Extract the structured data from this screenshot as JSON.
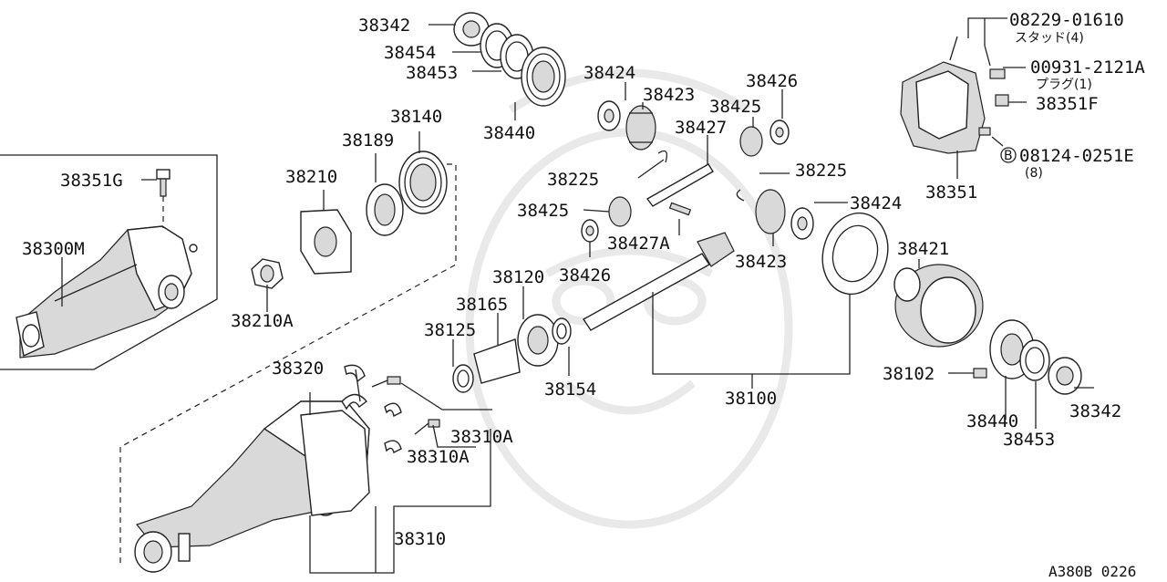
{
  "diagram": {
    "ref_code": "A380B 0226",
    "labels": {
      "l38342a": "38342",
      "l38454": "38454",
      "l38453a": "38453",
      "l38440a": "38440",
      "l38424a": "38424",
      "l38423a": "38423",
      "l38425a": "38425",
      "l38426a": "38426",
      "l38427": "38427",
      "l38225a": "38225",
      "l38225b": "38225",
      "l38424b": "38424",
      "l38425b": "38425",
      "l38427A": "38427A",
      "l38426b": "38426",
      "l38423b": "38423",
      "l38140": "38140",
      "l38189": "38189",
      "l38210": "38210",
      "l38210A": "38210A",
      "l38351G": "38351G",
      "l38300M": "38300M",
      "l38120": "38120",
      "l38165": "38165",
      "l38125": "38125",
      "l38154": "38154",
      "l38100": "38100",
      "l38421": "38421",
      "l38102": "38102",
      "l38440b": "38440",
      "l38453b": "38453",
      "l38342b": "38342",
      "l38320": "38320",
      "l38310Aa": "38310A",
      "l38310Ab": "38310A",
      "l38310": "38310",
      "l08229": "08229-01610",
      "l08229sub": "スタッド(4)",
      "l00931": "00931-2121A",
      "l00931sub": "プラグ(1)",
      "l38351F": "38351F",
      "l08124": "08124-0251E",
      "l08124B": "B",
      "l08124sub": "(8)",
      "l38351": "38351"
    }
  }
}
